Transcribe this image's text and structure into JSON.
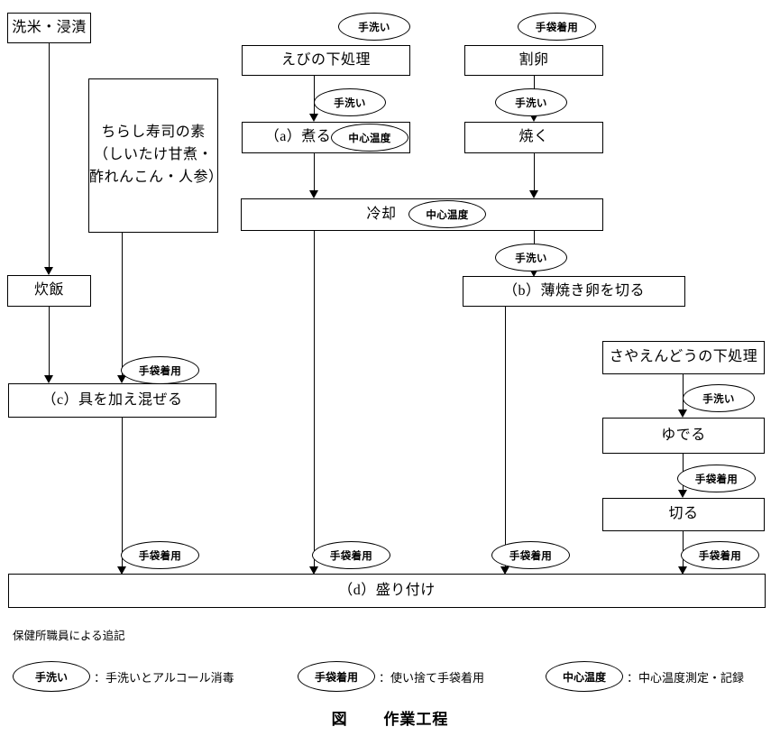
{
  "figure": {
    "caption_label": "図",
    "caption_title": "作業工程",
    "note": "保健所職員による追記"
  },
  "tags": {
    "handwash": "手洗い",
    "gloves": "手袋着用",
    "core_temp": "中心温度"
  },
  "boxes": {
    "wash_soak": "洗米・浸漬",
    "sushi_mix_l1": "ちらし寿司の素",
    "sushi_mix_l2": "（しいたけ甘煮・",
    "sushi_mix_l3": "酢れんこん・人参）",
    "cook_rice": "炊飯",
    "shrimp_prep": "えびの下処理",
    "simmer": "（a）煮る",
    "egg_crack": "割卵",
    "grill": "焼く",
    "cooling": "冷却",
    "cut_egg": "（b）薄焼き卵を切る",
    "pea_prep": "さやえんどうの下処理",
    "boil": "ゆでる",
    "cut": "切る",
    "mix_ingredients": "（c）具を加え混ぜる",
    "plating": "（d）盛り付け"
  },
  "legend": [
    {
      "symbol": "手洗い",
      "description": "：手洗いとアルコール消毒"
    },
    {
      "symbol": "手袋着用",
      "description": "：使い捨て手袋着用"
    },
    {
      "symbol": "中心温度",
      "description": "：中心温度測定・記録"
    }
  ],
  "colors": {
    "stroke": "#000000",
    "background": "#ffffff"
  }
}
